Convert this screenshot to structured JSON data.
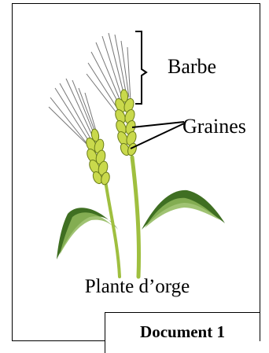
{
  "labels": {
    "awn": "Barbe",
    "grains": "Graines"
  },
  "caption": "Plante d’orge",
  "document_title": "Document 1",
  "colors": {
    "grain_fill": "#c9d94c",
    "grain_stroke": "#6b7d1a",
    "stem": "#9fbf3f",
    "leaf_dark": "#3f6f22",
    "leaf_light": "#8fb85a",
    "awn": "#777777"
  }
}
